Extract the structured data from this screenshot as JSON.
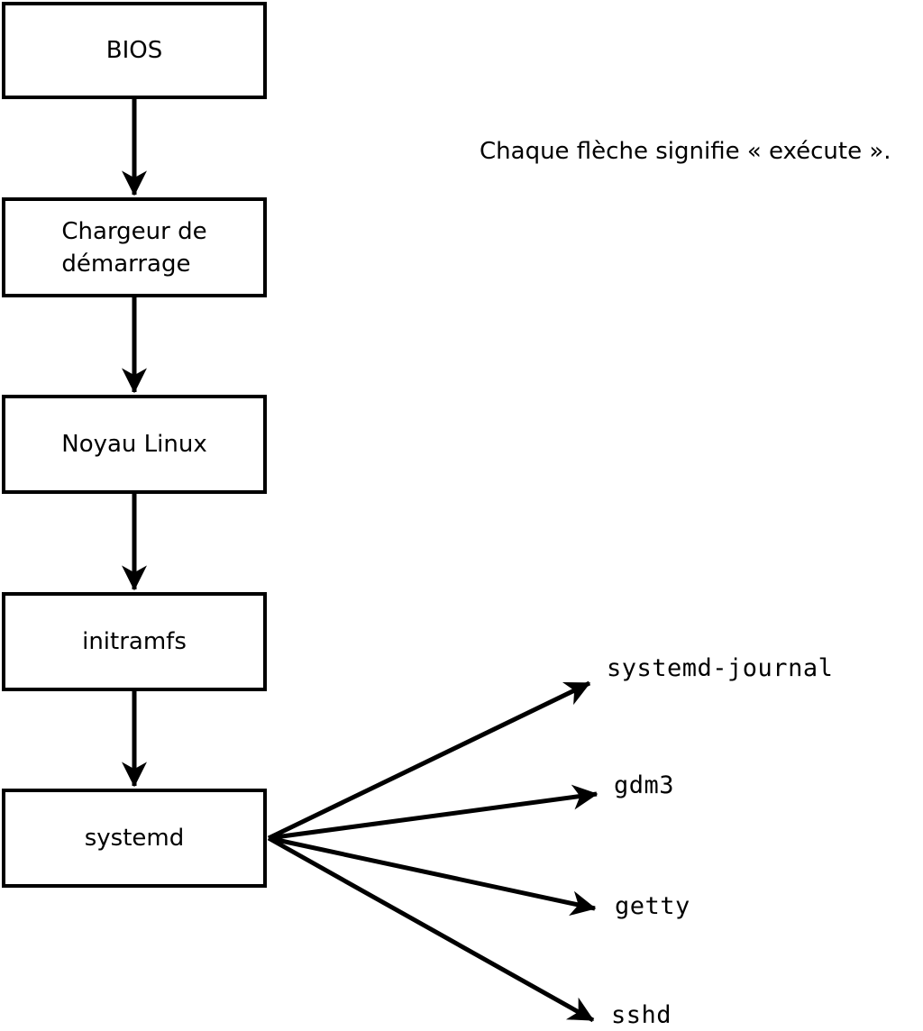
{
  "caption": "Chaque flèche signifie « exécute ».",
  "nodes": [
    {
      "id": "bios",
      "label": "BIOS"
    },
    {
      "id": "bootloader",
      "label": "Chargeur de\ndémarrage"
    },
    {
      "id": "kernel",
      "label": "Noyau Linux"
    },
    {
      "id": "initramfs",
      "label": "initramfs"
    },
    {
      "id": "systemd",
      "label": "systemd"
    }
  ],
  "processes": [
    {
      "id": "systemd-journal",
      "label": "systemd-journal"
    },
    {
      "id": "gdm3",
      "label": "gdm3"
    },
    {
      "id": "getty",
      "label": "getty"
    },
    {
      "id": "sshd",
      "label": "sshd"
    }
  ],
  "edges": [
    {
      "from": "BIOS",
      "to": "Chargeur de démarrage",
      "meaning": "exécute"
    },
    {
      "from": "Chargeur de démarrage",
      "to": "Noyau Linux",
      "meaning": "exécute"
    },
    {
      "from": "Noyau Linux",
      "to": "initramfs",
      "meaning": "exécute"
    },
    {
      "from": "initramfs",
      "to": "systemd",
      "meaning": "exécute"
    },
    {
      "from": "systemd",
      "to": "systemd-journal",
      "meaning": "exécute"
    },
    {
      "from": "systemd",
      "to": "gdm3",
      "meaning": "exécute"
    },
    {
      "from": "systemd",
      "to": "getty",
      "meaning": "exécute"
    },
    {
      "from": "systemd",
      "to": "sshd",
      "meaning": "exécute"
    }
  ],
  "colors": {
    "stroke": "#000000",
    "box_fill": "#ffffff",
    "background": "#ffffff",
    "text": "#000000"
  }
}
